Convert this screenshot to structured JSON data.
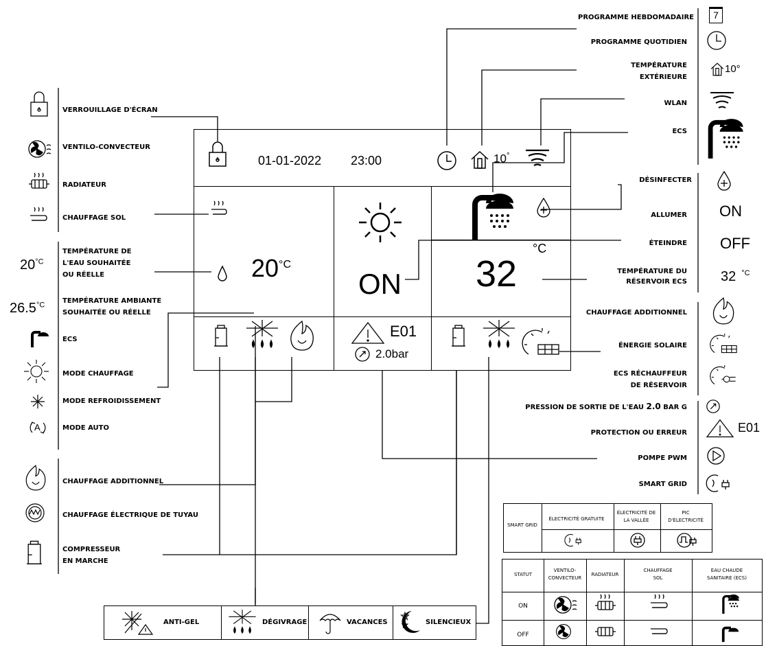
{
  "display": {
    "date": "01-01-2022",
    "time": "23:00",
    "outdoor_temp": "10",
    "degree": "°",
    "water_temp": "20",
    "unit_c": "°C",
    "status_on": "ON",
    "tank_temp": "32",
    "tank_unit": "°C",
    "error_code": "E01",
    "pressure": "2.0bar"
  },
  "left_labels": {
    "screen_lock": "VERROUILLAGE D'ÉCRAN",
    "fan_coil": "VENTILO-CONVECTEUR",
    "radiator": "RADIATEUR",
    "floor_heating": "CHAUFFAGE SOL",
    "water_temp_1": "TEMPÉRATURE DE",
    "water_temp_2": "L'EAU SOUHAITÉE",
    "water_temp_3": "OU RÉELLE",
    "water_temp_value": "20",
    "room_temp_1": "TEMPÉRATURE AMBIANTE",
    "room_temp_2": "SOUHAITÉE OU RÉELLE",
    "room_temp_value": "26.5",
    "unit_c": "°C",
    "dhw": "ECS",
    "heat_mode": "MODE CHAUFFAGE",
    "cool_mode": "MODE REFROIDISSEMENT",
    "auto_mode": "MODE AUTO",
    "auto_letter": "A",
    "additional_heating": "CHAUFFAGE ADDITIONNEL",
    "pipe_heating": "CHAUFFAGE ÉLECTRIQUE DE TUYAU",
    "compressor_1": "COMPRESSEUR",
    "compressor_2": "EN MARCHE"
  },
  "right_labels": {
    "weekly": "PROGRAMME HEBDOMADAIRE",
    "weekly_value": "7",
    "daily": "PROGRAMME QUOTIDIEN",
    "outdoor_1": "TEMPÉRATURE",
    "outdoor_2": "EXTÉRIEURE",
    "outdoor_value": "10°",
    "wlan": "WLAN",
    "dhw": "ECS",
    "disinfect": "DÉSINFECTER",
    "turn_on": "ALLUMER",
    "on_value": "ON",
    "turn_off": "ÉTEINDRE",
    "off_value": "OFF",
    "tank_temp_1": "TEMPÉRATURE DU",
    "tank_temp_2": "RÉSERVOIR ECS",
    "tank_temp_value": "32",
    "unit_c": "°C",
    "additional_heating": "CHAUFFAGE ADDITIONNEL",
    "solar": "ÉNERGIE SOLAIRE",
    "tank_heater_1": "ECS RÉCHAUFFEUR",
    "tank_heater_2": "DE RÉSERVOIR",
    "pressure_pre": "PRESSION DE SORTIE DE L'EAU ",
    "pressure_value": "2.0",
    "pressure_post": " BAR G",
    "protection": "PROTECTION OU ERREUR",
    "error_value": "E01",
    "pwm_pump": "POMPE PWM",
    "smart_grid": "SMART GRID"
  },
  "bottom_labels": {
    "antifreeze": "ANTI-GEL",
    "defrost": "DÉGIVRAGE",
    "holiday": "VACANCES",
    "silent": "SILENCIEUX"
  },
  "smart_grid_table": {
    "row_header": "SMART GRID",
    "col1": "ÉLECTRICITÉ GRATUITE",
    "col2_1": "ÉLECTRICITÉ DE",
    "col2_2": "LA VALLÉE",
    "col3_1": "PIC",
    "col3_2": "D'ÉLECTRICITÉ"
  },
  "status_table": {
    "header_status": "STATUT",
    "header_fan_1": "VENTILO-",
    "header_fan_2": "CONVECTEUR",
    "header_radiator": "RADIATEUR",
    "header_floor_1": "CHAUFFAGE",
    "header_floor_2": "SOL",
    "header_dhw_1": "EAU CHAUDE",
    "header_dhw_2": "SANITAIRE (ECS)",
    "row_on": "ON",
    "row_off": "OFF"
  }
}
